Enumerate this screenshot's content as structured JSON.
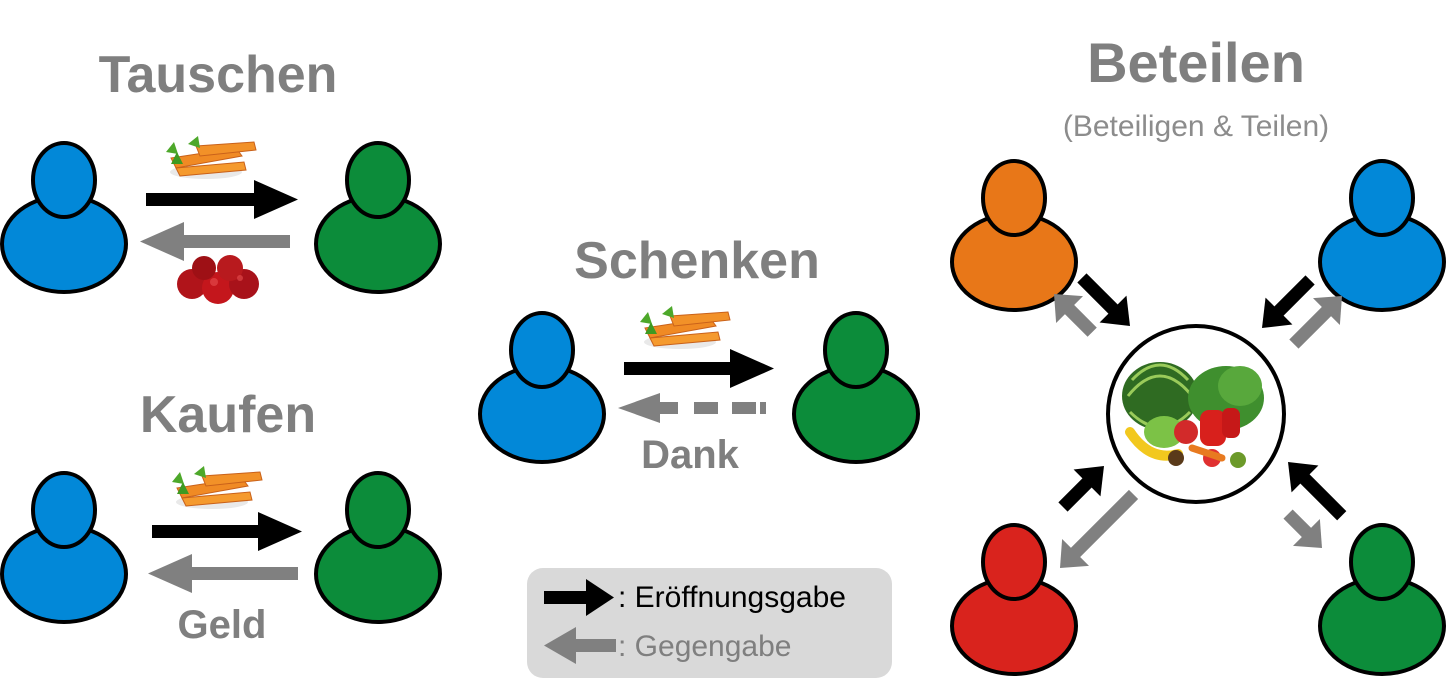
{
  "sections": {
    "tauschen": {
      "title": "Tauschen"
    },
    "kaufen": {
      "title": "Kaufen",
      "return_label": "Geld"
    },
    "schenken": {
      "title": "Schenken",
      "return_label": "Dank"
    },
    "beteilen": {
      "title": "Beteilen",
      "subtitle": "(Beteiligen & Teilen)"
    }
  },
  "legend": {
    "opening_label": ": Eröffnungsgabe",
    "return_label": ": Gegengabe"
  },
  "colors": {
    "person_blue": "#0288d8",
    "person_green": "#0c8c3a",
    "person_orange": "#e87718",
    "person_red": "#d9231d",
    "arrow_black": "#000000",
    "arrow_gray": "#808080",
    "title_gray": "#7f7f7f",
    "legend_bg": "#d9d9d9"
  },
  "icons": {
    "carrots": "carrot-bunch-icon",
    "apples": "apple-pile-icon",
    "produce": "fruit-vegetable-basket-icon"
  }
}
